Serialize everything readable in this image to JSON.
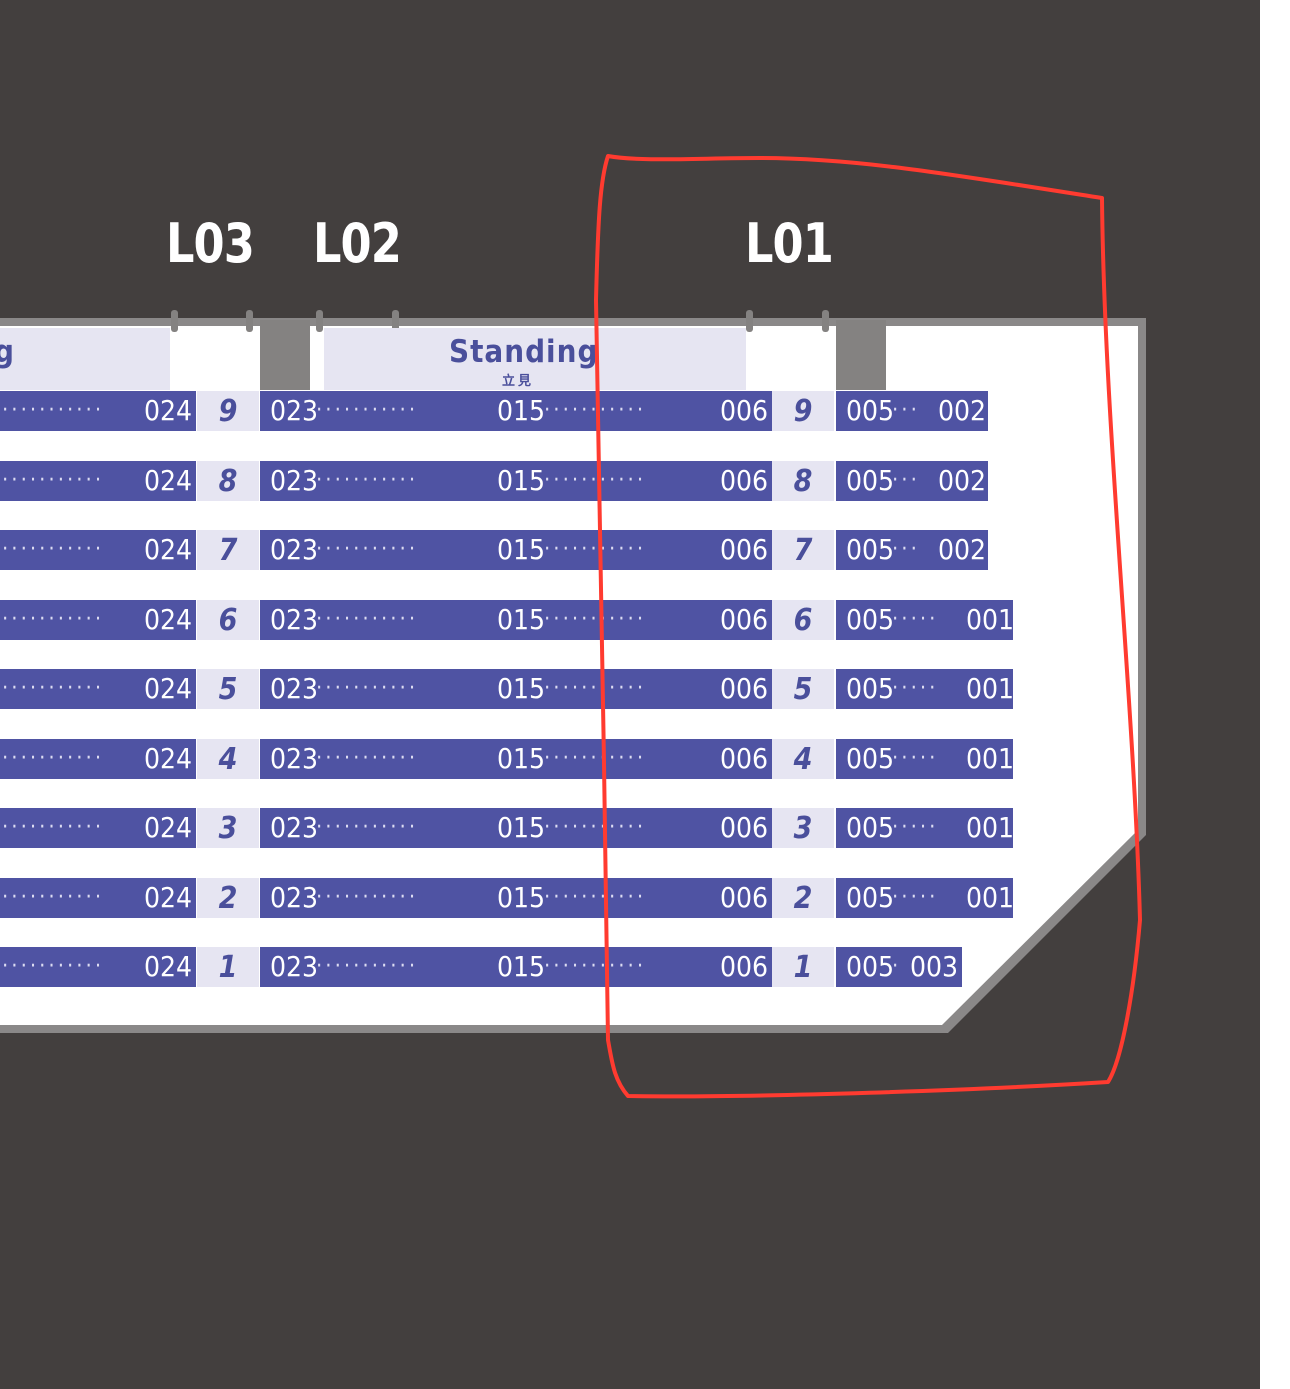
{
  "gates": [
    "L03",
    "L02",
    "L01"
  ],
  "areas": {
    "standing_left_partial": "g",
    "standing_en": "Standing",
    "standing_jp": "立見"
  },
  "dots": {
    "long": "···········",
    "mid": "···········",
    "right": "·······",
    "short": "···",
    "short2": "·····",
    "one": "·"
  },
  "rows": [
    {
      "row": "9",
      "left_end": "024",
      "mid_start": "023",
      "mid_mid": "015",
      "mid_end": "006",
      "right_start": "005",
      "right_end": "002"
    },
    {
      "row": "8",
      "left_end": "024",
      "mid_start": "023",
      "mid_mid": "015",
      "mid_end": "006",
      "right_start": "005",
      "right_end": "002"
    },
    {
      "row": "7",
      "left_end": "024",
      "mid_start": "023",
      "mid_mid": "015",
      "mid_end": "006",
      "right_start": "005",
      "right_end": "002"
    },
    {
      "row": "6",
      "left_end": "024",
      "mid_start": "023",
      "mid_mid": "015",
      "mid_end": "006",
      "right_start": "005",
      "right_end": "001"
    },
    {
      "row": "5",
      "left_end": "024",
      "mid_start": "023",
      "mid_mid": "015",
      "mid_end": "006",
      "right_start": "005",
      "right_end": "001"
    },
    {
      "row": "4",
      "left_end": "024",
      "mid_start": "023",
      "mid_mid": "015",
      "mid_end": "006",
      "right_start": "005",
      "right_end": "001"
    },
    {
      "row": "3",
      "left_end": "024",
      "mid_start": "023",
      "mid_mid": "015",
      "mid_end": "006",
      "right_start": "005",
      "right_end": "001"
    },
    {
      "row": "2",
      "left_end": "024",
      "mid_start": "023",
      "mid_mid": "015",
      "mid_end": "006",
      "right_start": "005",
      "right_end": "001"
    },
    {
      "row": "1",
      "left_end": "024",
      "mid_start": "023",
      "mid_mid": "015",
      "mid_end": "006",
      "right_start": "005",
      "right_end": "003"
    }
  ],
  "colors": {
    "background": "#433f3e",
    "floor": "#ffffff",
    "floor_border": "#8a8888",
    "seat_bar": "#4f53a3",
    "row_label_bg": "#e6e5f2",
    "annotation": "#ff3b30"
  }
}
